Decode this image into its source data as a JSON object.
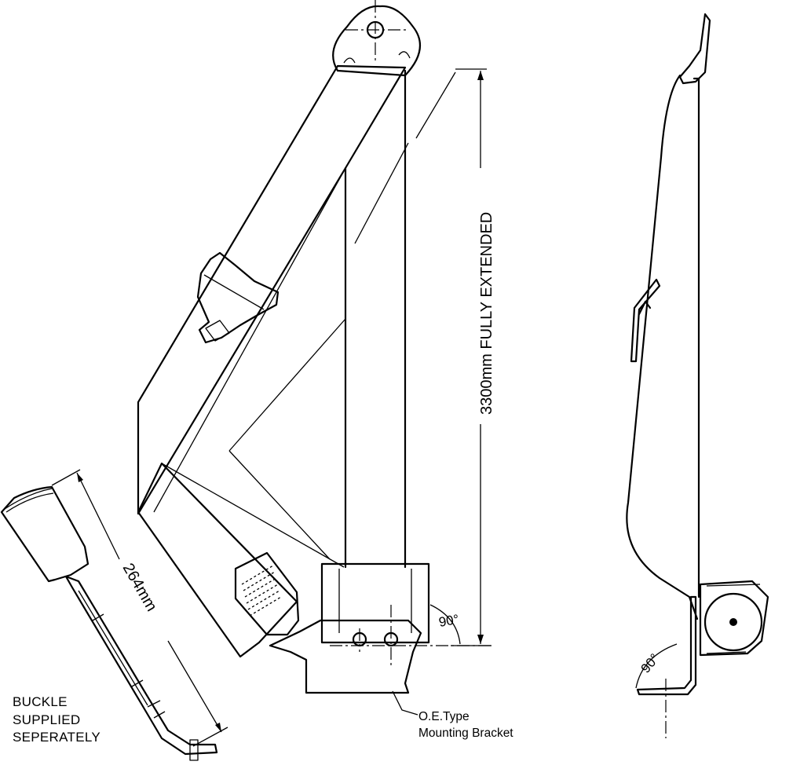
{
  "labels": {
    "buckle_note": [
      "BUCKLE",
      "SUPPLIED",
      "SEPERATELY"
    ],
    "bracket_note": [
      "O.E.Type",
      "Mounting Bracket"
    ],
    "length_dimension": "3300mm FULLY EXTENDED",
    "buckle_dimension": "264mm",
    "angle_front": "90°",
    "angle_side": "90°"
  }
}
